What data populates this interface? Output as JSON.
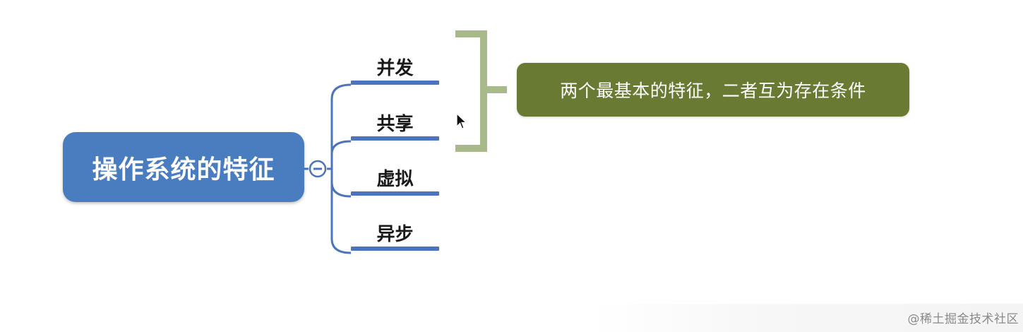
{
  "mindmap": {
    "root": {
      "label": "操作系统的特征"
    },
    "branches": [
      {
        "label": "并发"
      },
      {
        "label": "共享"
      },
      {
        "label": "虚拟"
      },
      {
        "label": "异步"
      }
    ],
    "summary": {
      "label": "两个最基本的特征，二者互为存在条件"
    }
  },
  "watermark": {
    "text": "@稀土掘金技术社区"
  },
  "colors": {
    "root_fill": "#4a7cc0",
    "branch_line": "#4a74bd",
    "bracket": "#a8b98a",
    "summary_fill": "#697b33"
  },
  "icons": {
    "collapse": "minus-circle-icon",
    "cursor": "mouse-pointer-icon"
  }
}
